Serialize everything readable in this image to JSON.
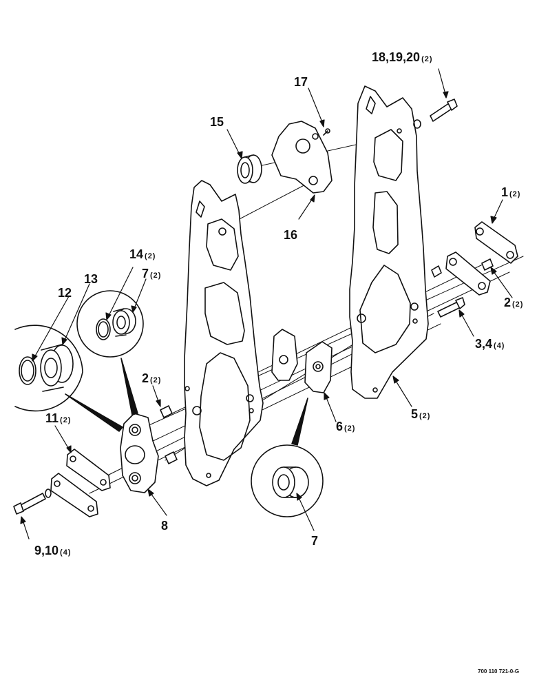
{
  "callouts": [
    {
      "id": "c-18-19-20",
      "num": "18,19,20",
      "qty": "(2)"
    },
    {
      "id": "c-17",
      "num": "17",
      "qty": ""
    },
    {
      "id": "c-15",
      "num": "15",
      "qty": ""
    },
    {
      "id": "c-16",
      "num": "16",
      "qty": ""
    },
    {
      "id": "c-1",
      "num": "1",
      "qty": "(2)"
    },
    {
      "id": "c-14",
      "num": "14",
      "qty": "(2)"
    },
    {
      "id": "c-7-top",
      "num": "7",
      "qty": "(2)"
    },
    {
      "id": "c-12",
      "num": "12",
      "qty": ""
    },
    {
      "id": "c-13",
      "num": "13",
      "qty": ""
    },
    {
      "id": "c-2-right",
      "num": "2",
      "qty": "(2)"
    },
    {
      "id": "c-3-4",
      "num": "3,4",
      "qty": "(4)"
    },
    {
      "id": "c-2-left",
      "num": "2",
      "qty": "(2)"
    },
    {
      "id": "c-11",
      "num": "11",
      "qty": "(2)"
    },
    {
      "id": "c-6",
      "num": "6",
      "qty": "(2)"
    },
    {
      "id": "c-5",
      "num": "5",
      "qty": "(2)"
    },
    {
      "id": "c-8",
      "num": "8",
      "qty": ""
    },
    {
      "id": "c-7-bottom",
      "num": "7",
      "qty": ""
    },
    {
      "id": "c-9-10",
      "num": "9,10",
      "qty": "(4)"
    }
  ],
  "document_number": "700 110 721-0-G"
}
